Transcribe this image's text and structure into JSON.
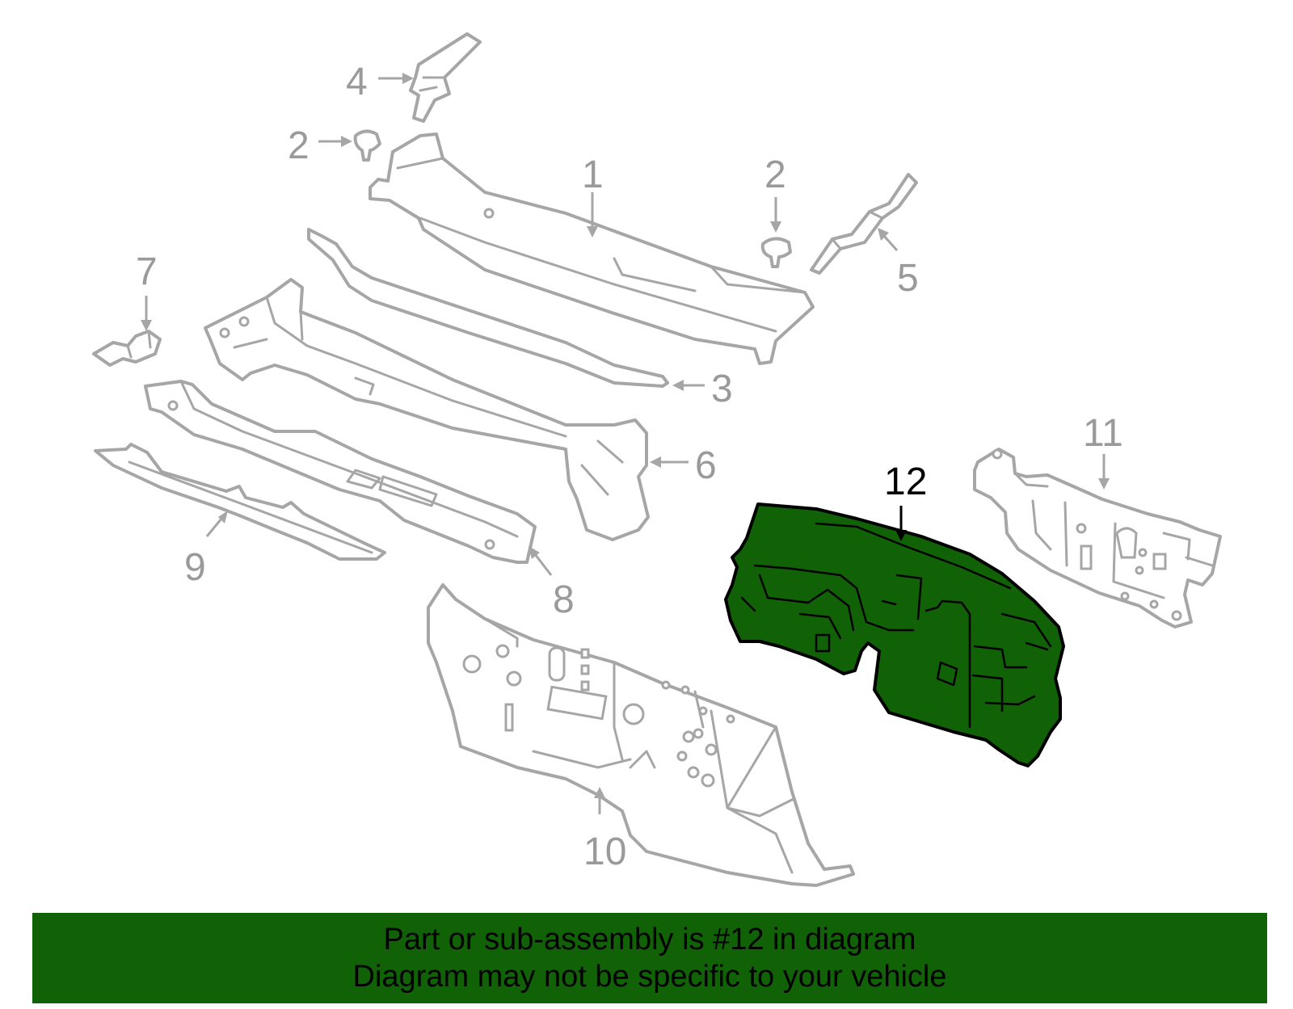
{
  "callouts": {
    "c1": "1",
    "c2a": "2",
    "c2b": "2",
    "c3": "3",
    "c4": "4",
    "c5": "5",
    "c6": "6",
    "c7": "7",
    "c8": "8",
    "c9": "9",
    "c10": "10",
    "c11": "11",
    "c12": "12"
  },
  "highlighted_part": "12",
  "colors": {
    "highlight_fill": "#116107",
    "banner_background": "#116107",
    "part_outline": "#a6a6a6"
  },
  "banner": {
    "line1": "Part or sub-assembly is #12 in diagram",
    "line2": "Diagram may not be specific to your vehicle"
  }
}
